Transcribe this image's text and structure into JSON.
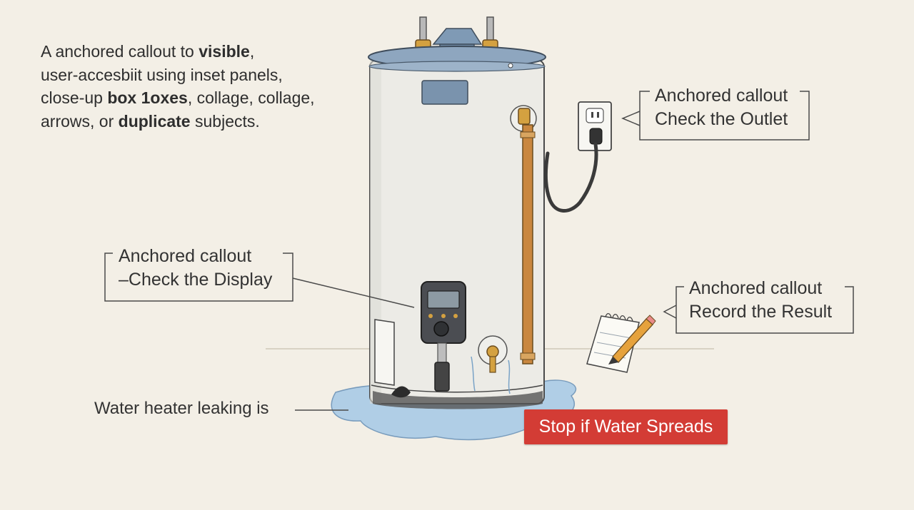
{
  "intro": {
    "line1": [
      "A anchored callout  to ",
      "visible",
      ","
    ],
    "line2": "user-accesbiit using inset panels,",
    "line3": [
      "close-up ",
      "box 1oxes",
      ", collage, collage,"
    ],
    "line4": [
      "arrows, or ",
      "duplicate",
      " subjects."
    ]
  },
  "callouts": {
    "outlet": {
      "line1": "Anchored callout",
      "line2": "Check the Outlet"
    },
    "display": {
      "line1": "Anchored callout",
      "line2": "–Check the Display"
    },
    "result": {
      "line1": "Anchored callout",
      "line2": "Record the Result"
    }
  },
  "leak_label": "Water heater leaking is",
  "stop_button": {
    "label": "Stop if Water Spreads",
    "color": "#d33c35"
  },
  "colors": {
    "background": "#f3efe6",
    "tank_top": "#8ea6bf",
    "water": "#a9cbe6",
    "copper_pipe": "#c9873f",
    "ink": "#3a3a3a"
  },
  "icons": [
    "water-heater-icon",
    "wall-outlet-icon",
    "power-plug-icon",
    "thermostat-display-icon",
    "drain-valve-icon",
    "notepad-icon",
    "pencil-icon",
    "water-puddle-icon"
  ]
}
